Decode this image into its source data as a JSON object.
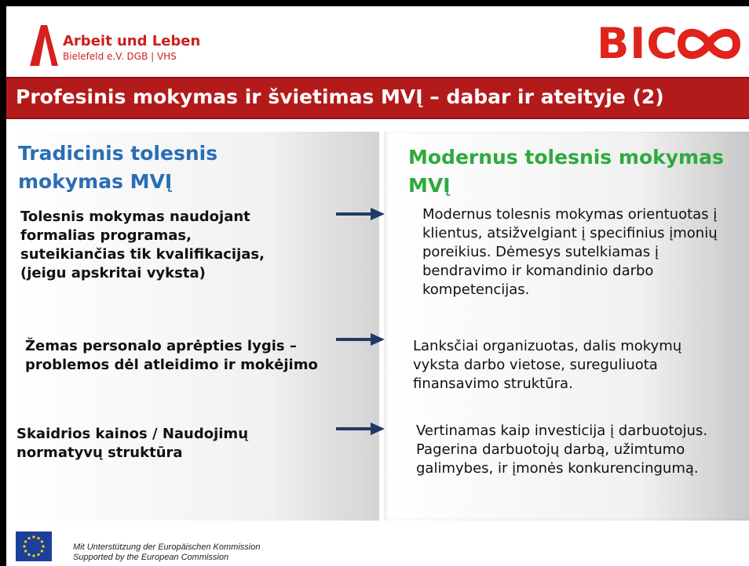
{
  "header": {
    "org_name": "Arbeit und Leben",
    "org_sub": "Bielefeld e.V. DGB | VHS",
    "brand_logo_text": "BIC",
    "brand_color": "#e0231b"
  },
  "title": "Profesinis mokymas ir švietimas MVĮ – dabar ir ateityje  (2)",
  "left": {
    "heading": "Tradicinis tolesnis mokymas MVĮ",
    "items": [
      "Tolesnis mokymas naudojant formalias programas, suteikiančias tik kvalifikacijas, (jeigu apskritai vyksta)",
      "Žemas personalo aprėpties lygis – problemos dėl atleidimo ir mokėjimo",
      "Skaidrios kainos / Naudojimų normatyvų struktūra"
    ]
  },
  "right": {
    "heading": "Modernus tolesnis mokymas MVĮ",
    "items": [
      "Modernus tolesnis mokymas orientuotas į klientus, atsižvelgiant į specifinius įmonių poreikius. Dėmesys sutelkiamas į bendravimo ir komandinio darbo kompetencijas.",
      "Lanksčiai organizuotas, dalis mokymų vyksta darbo vietose, sureguliuota finansavimo struktūra.",
      "Vertinamas kaip investicija į darbuotojus. Pagerina darbuotojų darbą, užimtumo galimybes, ir įmonės konkurencingumą."
    ]
  },
  "footer": {
    "line1": "Mit Unterstützung der Europäischen Kommission",
    "line2": "Supported by the European Commission"
  },
  "colors": {
    "title_bar": "#b31a1a",
    "left_heading": "#2a6db5",
    "right_heading": "#2eaa3d",
    "arrow": "#1f3a68"
  }
}
